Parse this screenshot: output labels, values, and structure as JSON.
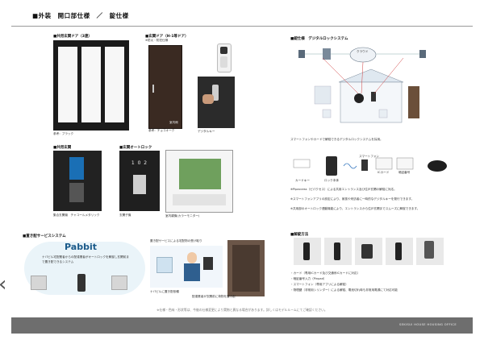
{
  "header": {
    "title": "■外装　開口部仕様　／　錠仕様"
  },
  "entrance_door": {
    "label": "■共用玄関ドア（3連）",
    "caption": "参考：ブラック"
  },
  "unit_door": {
    "label": "■玄関ドア（H-1等ドア）",
    "sublabel": "※防火・防犯仕様",
    "caption": "参考：チョコオーク",
    "caption_side": "室内側"
  },
  "smart_lock": {
    "caption": "デジタルキー"
  },
  "intercom": {
    "label": "■共用玄関",
    "caption": "集合玄関機　チャコールメタリック"
  },
  "auto_lock": {
    "label": "■玄関オートロック",
    "number_display": "1 0 2",
    "caption": "玄関子機"
  },
  "monitor": {
    "caption": "室内親機(カラーモニター)"
  },
  "delivery": {
    "label": "■置き配サービスシステム",
    "brand": "Pabbit",
    "tagline": "ナバビル宅配業者からの配達業者がオートロックを解錠し玄関前まで置き配できるシステム",
    "right_title": "置き配サービスによる宅配物の受け取り",
    "caption_left": "ナバビルに置き配依頼",
    "caption_right": "配達業者が玄関前に荷物を置き配"
  },
  "lock_system": {
    "label": "■錠仕様　デジタルロックシステム",
    "hub_label": "クラウド",
    "desc": "スマートフォンやカードで解錠できるデジタルロックシステムを採用。",
    "key1": "スマートフォン",
    "key2": "ICカード",
    "key3": "暗証番号",
    "key_card_label": "カードキー",
    "device_label": "ロック本体",
    "note1": "※Pipaccess（ピパクセス）による共用エントランス及び住戸玄関の解錠に対応。",
    "note2": "※スマートフォンアプリの設定により、家族や来訪者に一時的なデジタルキーを発行できます。",
    "note3": "※共用部のオートロック連動機能により、エントランスから住戸玄関までスムーズに解錠できます。"
  },
  "unlock_methods": {
    "label": "■解錠方法",
    "bullets": [
      "・カード（専用ICカード及び交通系ICカードに対応）",
      "・暗証番号入力（Pinpad）",
      "・スマートフォン（専用アプリによる解錠）",
      "・物理鍵（非常用シリンダー）による解錠、電池切れ時も非常用電源にて対応可能"
    ]
  },
  "footer": {
    "note": "※仕様・色味・形状等は、今後の仕様変更により実物と異なる場合があります。詳しくはモデルルームにてご確認ください。",
    "brand": "SEKISUI HOUSE HOUSING OFFICE"
  },
  "nav": {
    "prev_glyph": "‹"
  }
}
